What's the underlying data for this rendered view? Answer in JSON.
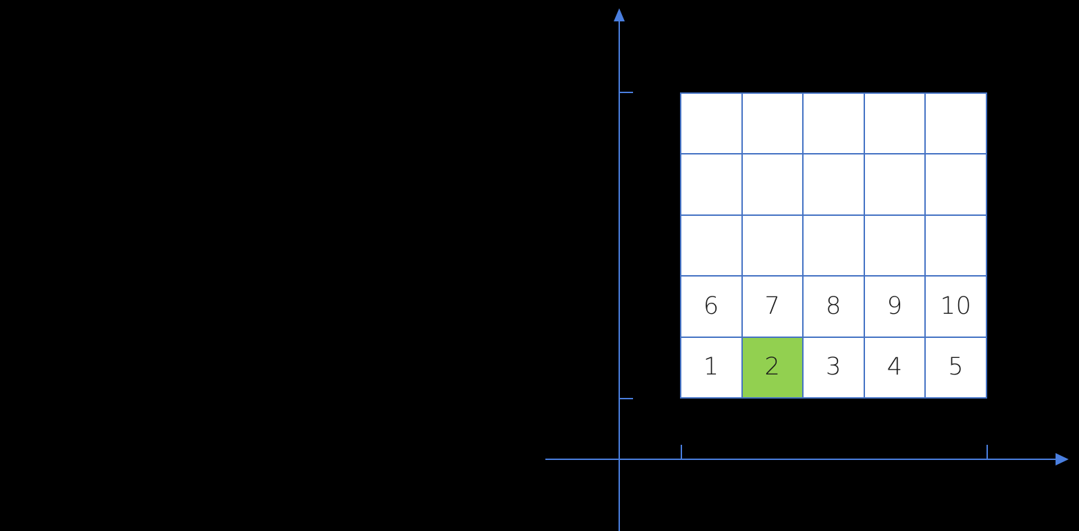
{
  "diagram": {
    "title": "Coordinate grid with numbered cells",
    "background_color": "#000000",
    "axes": {
      "color": "#4a7fe0",
      "x_axis": {
        "name": "x-axis",
        "arrow_direction": "right",
        "ticks": [
          "grid-left-edge",
          "grid-right-edge"
        ]
      },
      "y_axis": {
        "name": "y-axis",
        "arrow_direction": "up",
        "ticks": [
          "grid-bottom-edge",
          "grid-top-edge"
        ]
      }
    },
    "grid": {
      "columns": 5,
      "rows": 5,
      "line_color": "#4472c4",
      "cell_fill_color": "#ffffff",
      "highlight_color": "#92d050",
      "highlighted_cell": "2",
      "rows_top_to_bottom": [
        [
          {
            "label": "",
            "filled": false
          },
          {
            "label": "",
            "filled": false
          },
          {
            "label": "",
            "filled": false
          },
          {
            "label": "",
            "filled": false
          },
          {
            "label": "",
            "filled": false
          }
        ],
        [
          {
            "label": "",
            "filled": false
          },
          {
            "label": "",
            "filled": false
          },
          {
            "label": "",
            "filled": false
          },
          {
            "label": "",
            "filled": false
          },
          {
            "label": "",
            "filled": false
          }
        ],
        [
          {
            "label": "",
            "filled": false
          },
          {
            "label": "",
            "filled": false
          },
          {
            "label": "",
            "filled": false
          },
          {
            "label": "",
            "filled": false
          },
          {
            "label": "",
            "filled": false
          }
        ],
        [
          {
            "label": "6",
            "filled": false
          },
          {
            "label": "7",
            "filled": false
          },
          {
            "label": "8",
            "filled": false
          },
          {
            "label": "9",
            "filled": false
          },
          {
            "label": "10",
            "filled": false
          }
        ],
        [
          {
            "label": "1",
            "filled": false
          },
          {
            "label": "2",
            "filled": true
          },
          {
            "label": "3",
            "filled": false
          },
          {
            "label": "4",
            "filled": false
          },
          {
            "label": "5",
            "filled": false
          }
        ]
      ]
    }
  }
}
